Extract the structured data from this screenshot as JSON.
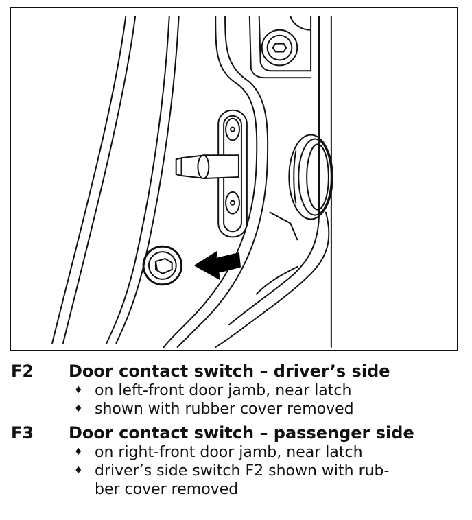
{
  "figure": {
    "arrow_color": "#000000",
    "line_color": "#111111"
  },
  "legend": {
    "entries": [
      {
        "code": "F2",
        "title": "Door contact switch – driver’s side",
        "bullets": [
          "on left-front door jamb, near latch",
          "shown with rubber cover removed"
        ]
      },
      {
        "code": "F3",
        "title": "Door contact switch – passenger side",
        "bullets": [
          "on right-front door jamb, near latch"
        ],
        "wrapped_bullet": {
          "line1": "driver’s side switch F2 shown with rub-",
          "line2": "ber cover removed"
        }
      }
    ],
    "bullet_glyph": "♦"
  }
}
